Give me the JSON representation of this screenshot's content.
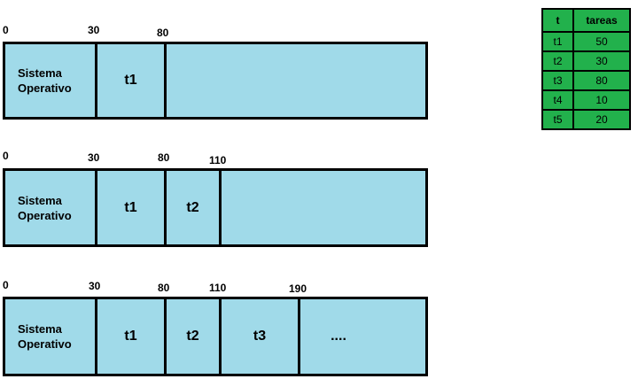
{
  "diagrams": [
    {
      "ticks": [
        "0",
        "30",
        "80"
      ],
      "segments": [
        {
          "line1": "Sistema",
          "line2": "Operativo"
        },
        {
          "label": "t1"
        },
        {
          "label": ""
        }
      ]
    },
    {
      "ticks": [
        "0",
        "30",
        "80",
        "110"
      ],
      "segments": [
        {
          "line1": "Sistema",
          "line2": "Operativo"
        },
        {
          "label": "t1"
        },
        {
          "label": "t2"
        },
        {
          "label": ""
        }
      ]
    },
    {
      "ticks": [
        "0",
        "30",
        "80",
        "110",
        "190"
      ],
      "segments": [
        {
          "line1": "Sistema",
          "line2": "Operativo"
        },
        {
          "label": "t1"
        },
        {
          "label": "t2"
        },
        {
          "label": "t3"
        },
        {
          "label": "...."
        }
      ]
    }
  ],
  "table": {
    "headers": [
      "t",
      "tareas"
    ],
    "rows": [
      [
        "t1",
        "50"
      ],
      [
        "t2",
        "30"
      ],
      [
        "t3",
        "80"
      ],
      [
        "t4",
        "10"
      ],
      [
        "t5",
        "20"
      ]
    ]
  },
  "colors": {
    "memory_fill": "#a0dae9",
    "table_fill": "#22b14c",
    "border": "#000000"
  }
}
